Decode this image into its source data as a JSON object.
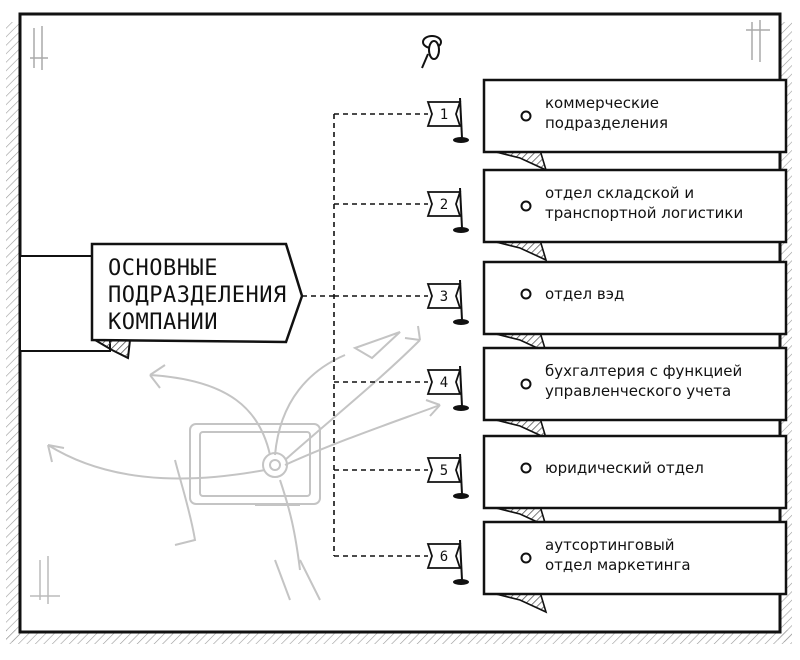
{
  "main_box": {
    "lines": [
      "ОСНОВНЫЕ",
      "ПОДРАЗДЕЛЕНИЯ",
      "КОМПАНИИ"
    ]
  },
  "departments": [
    {
      "number": "1",
      "lines": [
        "коммерческие",
        "подразделения"
      ]
    },
    {
      "number": "2",
      "lines": [
        "отдел складской и",
        "транспортной логистики"
      ]
    },
    {
      "number": "3",
      "lines": [
        "отдел вэд"
      ]
    },
    {
      "number": "4",
      "lines": [
        "бухгалтерия с функцией",
        "управленческого учета"
      ]
    },
    {
      "number": "5",
      "lines": [
        "юридический отдел"
      ]
    },
    {
      "number": "6",
      "lines": [
        "аутсортинговый",
        "отдел маркетинга"
      ]
    }
  ],
  "icons": {
    "pin": "pushpin-icon",
    "flag": "flag-icon",
    "bullet": "bullet-dot-icon",
    "background_sketch": "tablet-hands-arrows-sketch"
  },
  "colors": {
    "ink": "#111111",
    "sketch": "#bdbdbd",
    "hatch": "#555555"
  }
}
